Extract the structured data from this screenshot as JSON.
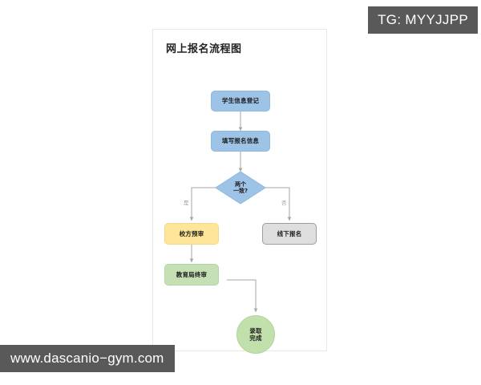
{
  "badges": {
    "tg": "TG: MYYJJPP",
    "url": "www.dascanio−gym.com"
  },
  "card": {
    "title": "网上报名流程图"
  },
  "colors": {
    "blue": "#9dc3e6",
    "yellow": "#ffe599",
    "green": "#c5e0b4",
    "circle_green": "#c1e0ab",
    "gray": "#dedede",
    "connector": "#a6a6a6",
    "badge_bg": "#595959",
    "card_border": "#e8e8e8"
  },
  "flow": {
    "nodes": [
      {
        "id": "register",
        "label": "学生信息登记",
        "shape": "rounded-rect",
        "color": "blue"
      },
      {
        "id": "fill-form",
        "label": "填写报名信息",
        "shape": "rounded-rect",
        "color": "blue"
      },
      {
        "id": "decision",
        "label_line1": "两个",
        "label_line2": "一致?",
        "shape": "diamond",
        "color": "blue"
      },
      {
        "id": "school-review",
        "label": "校方预审",
        "shape": "rounded-rect",
        "color": "yellow"
      },
      {
        "id": "offline-register",
        "label": "线下报名",
        "shape": "rounded-rect",
        "color": "gray"
      },
      {
        "id": "bureau-final-review",
        "label": "教育局终审",
        "shape": "rounded-rect",
        "color": "green"
      },
      {
        "id": "admitted",
        "label_line1": "录取",
        "label_line2": "完成",
        "shape": "circle",
        "color": "circle_green"
      }
    ],
    "edge_labels": {
      "yes": "是",
      "no": "否"
    }
  }
}
